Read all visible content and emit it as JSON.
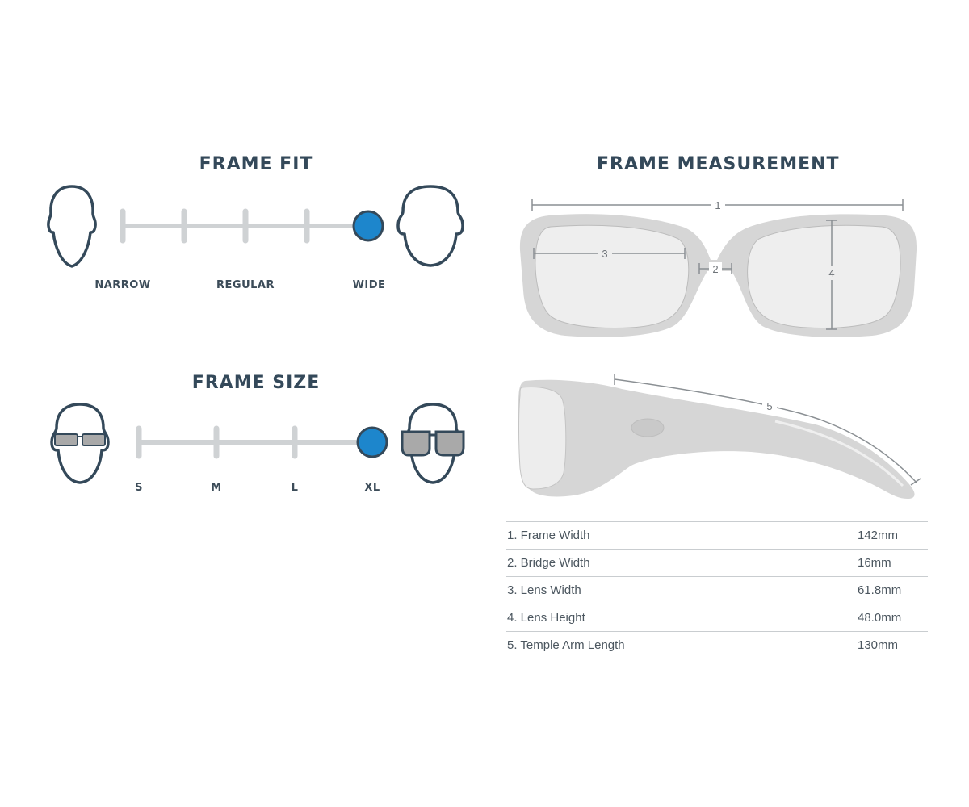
{
  "frame_fit": {
    "title": "FRAME FIT",
    "labels": [
      "NARROW",
      "REGULAR",
      "WIDE"
    ],
    "selected": "WIDE"
  },
  "frame_size": {
    "title": "FRAME SIZE",
    "labels": [
      "S",
      "M",
      "L",
      "XL"
    ],
    "selected": "XL"
  },
  "frame_measurement": {
    "title": "FRAME MEASUREMENT",
    "markers": [
      "1",
      "2",
      "3",
      "4",
      "5"
    ]
  },
  "specs": [
    {
      "label": "1. Frame Width",
      "value": "142mm"
    },
    {
      "label": "2. Bridge Width",
      "value": "16mm"
    },
    {
      "label": "3. Lens Width",
      "value": "61.8mm"
    },
    {
      "label": "4. Lens Height",
      "value": "48.0mm"
    },
    {
      "label": "5. Temple Arm Length",
      "value": "130mm"
    }
  ],
  "colors": {
    "heading": "#34495a",
    "outline": "#34495a",
    "track": "#cfd2d4",
    "selected": "#1d86cc",
    "frame_gray": "#d6d6d6"
  }
}
